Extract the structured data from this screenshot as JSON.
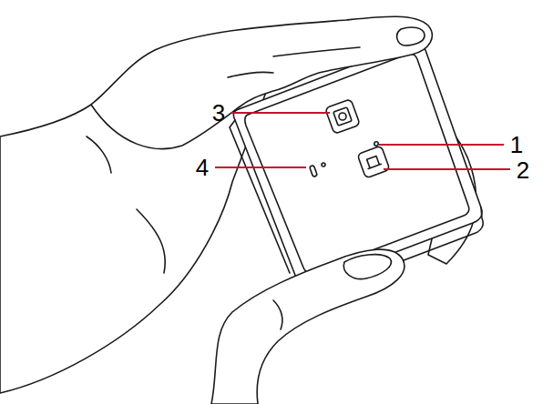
{
  "diagram": {
    "labels": [
      "3",
      "1",
      "4",
      "2"
    ]
  }
}
